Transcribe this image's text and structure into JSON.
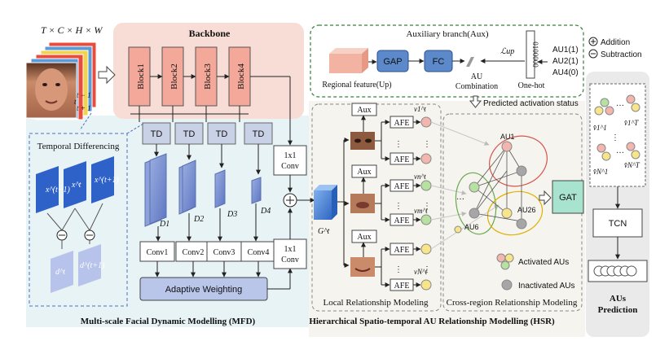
{
  "input": {
    "dims_label": "T × C × H × W",
    "frame_labels": [
      "t − 1",
      "t",
      "t + 1"
    ]
  },
  "backbone": {
    "title": "Backbone",
    "blocks": [
      "Block1",
      "Block2",
      "Block3",
      "Block4"
    ]
  },
  "mfd": {
    "section_label": "Multi-scale Facial Dynamic Modelling (MFD)",
    "td_label": "TD",
    "diff_maps": [
      "D1",
      "D2",
      "D3",
      "D4"
    ],
    "convs": [
      "Conv1",
      "Conv2",
      "Conv3",
      "Conv4"
    ],
    "conv_1x1": "1x1 Conv",
    "adaptive_weighting": "Adaptive Weighting",
    "temporal_differencing": {
      "title": "Temporal Differencing",
      "frames": [
        "x^(t−1)",
        "x^t",
        "x^(t+1)"
      ],
      "outputs": [
        "d^t",
        "d^(t+1)"
      ],
      "operator": "⊖"
    }
  },
  "aux_branch": {
    "title": "Auxiliary branch(Aux)",
    "regional_feature": "Regional feature(Up)",
    "gap": "GAP",
    "fc": "FC",
    "au_combination": "AU Combination",
    "loss": "ℒup",
    "onehot_bits": "0100000",
    "onehot_label": "One-hot",
    "au_states": [
      "AU1(1)",
      "AU2(1)",
      "AU4(0)"
    ]
  },
  "legend": {
    "addition": "Addition",
    "subtraction": "Subtraction"
  },
  "hsr": {
    "section_label": "Hierarchical Spatio-temporal AU Relationship Modelling (HSR)",
    "g_label": "G^t",
    "aux_label": "Aux",
    "afe_label": "AFE",
    "node_labels": [
      "v1^t",
      "vn^t",
      "vm^t",
      "vN^t"
    ],
    "local_label": "Local Relationship Modeling",
    "cross_label": "Cross-region Relationship Modeling",
    "predicted_status": "Predicted activation status",
    "gat": "GAT",
    "au_nodes": [
      "AU1",
      "AU6",
      "AU26"
    ],
    "activated": "Activated AUs",
    "inactivated": "Inactivated AUs"
  },
  "temporal": {
    "node_labels": [
      "v̂1^1",
      "v̂1^T",
      "v̂N^1",
      "v̂N^T"
    ],
    "tcn": "TCN",
    "prediction": "AUs Prediction"
  },
  "colors": {
    "backbone_bg": "#f8ddd6",
    "block_fill": "#f3a89a",
    "mfd_bg": "#e8f3f6",
    "td_fill": "#c9d1e6",
    "conv_fill": "#7e93cf",
    "aux_border": "#3a7d3a",
    "aux_box_fill": "#5b89c9",
    "gat_fill": "#a8e3cf",
    "node_pink": "#f2b6ae",
    "node_yellow": "#f8e58a",
    "node_green": "#b7e1a1",
    "node_gray": "#a6a6a6"
  }
}
